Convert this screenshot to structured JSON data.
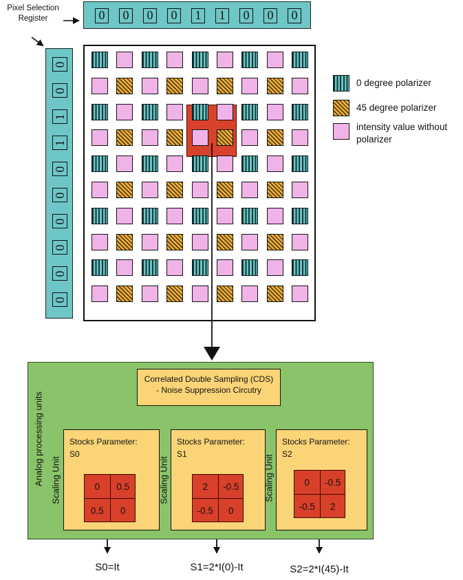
{
  "register_label": "Pixel Selection Register",
  "horizontal_register": [
    "0",
    "0",
    "0",
    "0",
    "1",
    "1",
    "0",
    "0",
    "0"
  ],
  "vertical_register": [
    "0",
    "0",
    "1",
    "1",
    "0",
    "0",
    "0",
    "0",
    "0",
    "0"
  ],
  "pixel_array": {
    "rows": 10,
    "cols": 9,
    "pattern_rows": [
      [
        "0",
        "i",
        "0",
        "i",
        "0",
        "i",
        "0",
        "i",
        "0"
      ],
      [
        "i",
        "45",
        "i",
        "45",
        "i",
        "45",
        "i",
        "45",
        "i"
      ]
    ],
    "selected_block": {
      "rows": [
        2,
        3
      ],
      "cols": [
        4,
        5
      ]
    }
  },
  "legend": [
    {
      "type": "0",
      "label": "0 degree polarizer"
    },
    {
      "type": "45",
      "label": "45 degree polarizer"
    },
    {
      "type": "i",
      "label": "intensity value without polarizer"
    }
  ],
  "colors": {
    "teal": "#6ec6c6",
    "orange": "#efb23e",
    "pink": "#efb3e8",
    "red": "#d9402a",
    "green": "#8ac46a",
    "yellow": "#fbd477"
  },
  "analog": {
    "panel_label": "Analog processing units",
    "cds_line1": "Correlated Double Sampling (CDS)",
    "cds_line2": "- Noise Suppression Circutry",
    "units": [
      {
        "side_label": "Scaling Unit",
        "title": "Stocks Parameter:",
        "param": "S0",
        "matrix": [
          "0",
          "0.5",
          "0.5",
          "0"
        ],
        "equation": "S0=It"
      },
      {
        "side_label": "Scaling Unit",
        "title": "Stocks Parameter:",
        "param": "S1",
        "matrix": [
          "2",
          "-0.5",
          "-0.5",
          "0"
        ],
        "equation": "S1=2*I(0)-It"
      },
      {
        "side_label": "Scaling Unit",
        "title": "Stocks Parameter:",
        "param": "S2",
        "matrix": [
          "0",
          "-0.5",
          "-0.5",
          "2"
        ],
        "equation": "S2=2*I(45)-It"
      }
    ]
  }
}
